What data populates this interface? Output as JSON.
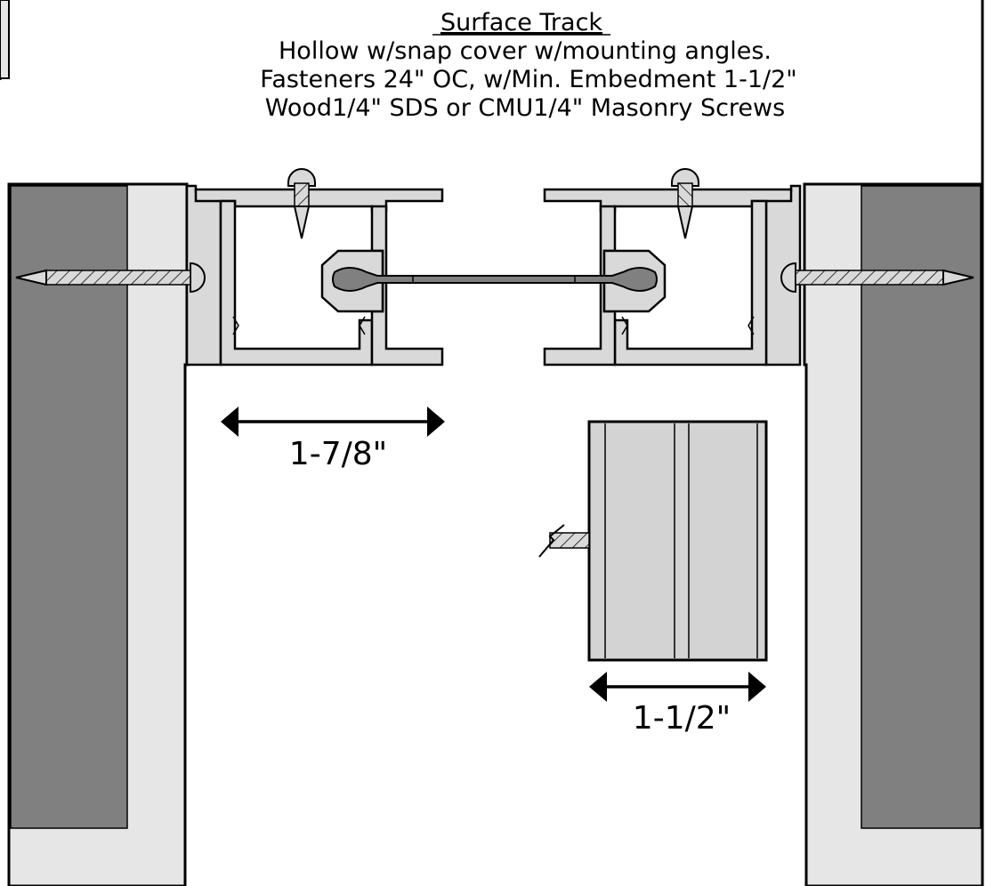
{
  "header": {
    "title": "Surface Track",
    "line1": "Hollow w/snap cover w/mounting angles.",
    "line2": "Fasteners 24\" OC, w/Min. Embedment 1-1/2\"",
    "line3": "Wood1/4\" SDS or CMU1/4\" Masonry Screws"
  },
  "dimensions": {
    "track_width": "1-7/8\"",
    "panel_width": "1-1/2\""
  },
  "colors": {
    "wall_dark": "#808080",
    "wall_light": "#e6e6e6",
    "track_fill": "#d9d9d9",
    "panel_fill": "#d3d3d3",
    "bolt_fill": "#808080",
    "line": "#000000"
  }
}
